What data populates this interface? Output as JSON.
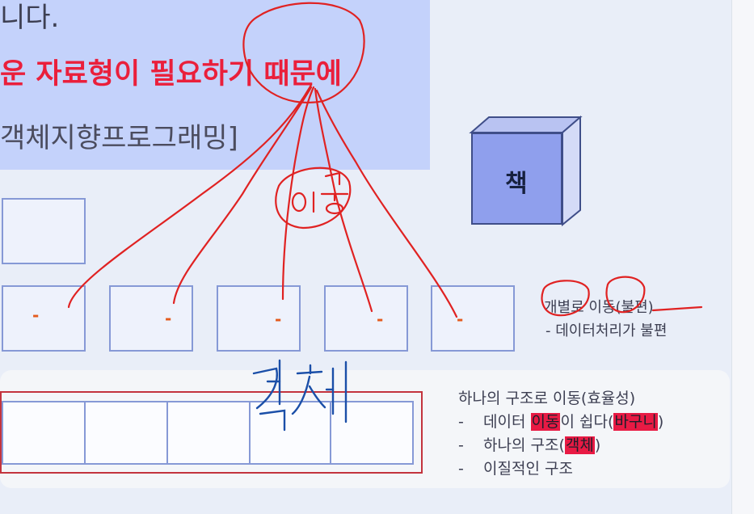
{
  "slide": {
    "heading_fragment": "니다.",
    "red_line": "운 자료형이 필요하기 때문에",
    "gray_line": "객체지향프로그래밍]",
    "book_label": "책",
    "note_line1": "개별로 이동(불편)",
    "note_line2": "- 데이터처리가 불편",
    "list": {
      "title": "하나의 구조로 이동(효율성)",
      "items": [
        {
          "bullet": "-",
          "before": "데이터 ",
          "hl1": "이동",
          "mid": "이 쉽다(",
          "hl2": "바구니",
          "after": ")"
        },
        {
          "bullet": "-",
          "before": "하나의 구조(",
          "hl1": "객체",
          "after": ")"
        },
        {
          "bullet": "-",
          "before": "이질적인 구조"
        }
      ]
    },
    "dash_marks": [
      "-",
      "-",
      "-",
      "-",
      "-"
    ]
  },
  "colors": {
    "accent_red": "#ea1f3b",
    "box_border": "#8699d6",
    "highlight": "#e81a44",
    "ink_red": "#e02222",
    "ink_blue": "#1b4fa8"
  }
}
